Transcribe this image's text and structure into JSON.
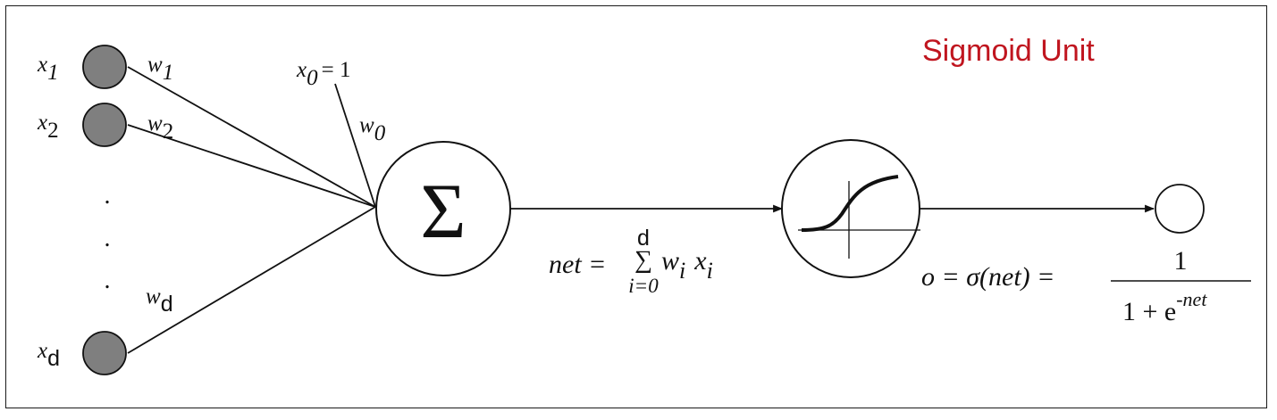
{
  "title": "Sigmoid Unit",
  "title_color": "#c0151f",
  "node_fill": "#7f7f7f",
  "inputs": {
    "x1": {
      "base": "x",
      "sub": "1"
    },
    "x2": {
      "base": "x",
      "sub": "2"
    },
    "xd": {
      "base": "x",
      "sub": "d"
    },
    "x0": {
      "base": "x",
      "sub": "0",
      "eq": "= 1"
    },
    "ellipsis": ".",
    "ellipsis_count": 3
  },
  "weights": {
    "w1": {
      "base": "w",
      "sub": "1"
    },
    "w2": {
      "base": "w",
      "sub": "2"
    },
    "wd": {
      "base": "w",
      "sub": "d"
    },
    "w0": {
      "base": "w",
      "sub": "0"
    }
  },
  "summation_symbol": "Σ",
  "net_formula": {
    "lhs": "net =",
    "sum_symbol": "∑",
    "upper": "d",
    "lower": "i=0",
    "w": "w",
    "w_sub": "i",
    "x": "x",
    "x_sub": "i"
  },
  "output_formula": {
    "lhs": "o = σ(net) =",
    "numerator": "1",
    "denominator": "1 + e",
    "exponent": "-net"
  }
}
